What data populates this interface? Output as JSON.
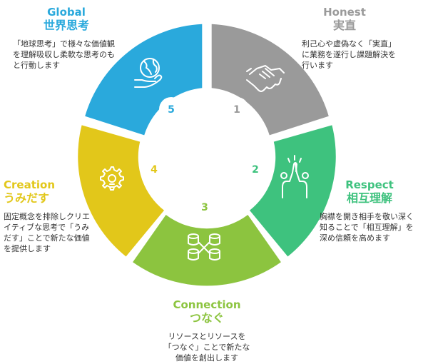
{
  "colors": {
    "global": "#2aa9dc",
    "honest": "#9a9a9a",
    "respect": "#3ec27e",
    "connection": "#8cc43f",
    "creation": "#e2c71a",
    "text": "#333333"
  },
  "items": [
    {
      "number": "1",
      "title_en": "Honest",
      "title_jp": "実直",
      "desc": [
        "利己心や虚偽なく「実直」",
        "に業務を遂行し課題解決を",
        "行います"
      ],
      "icon": "handshake-icon"
    },
    {
      "number": "2",
      "title_en": "Respect",
      "title_jp": "相互理解",
      "desc": [
        "胸襟を開き相手を敬い深く",
        "知ることで「相互理解」を",
        "深め信頼を高めます"
      ],
      "icon": "high-five-icon"
    },
    {
      "number": "3",
      "title_en": "Connection",
      "title_jp": "つなぐ",
      "desc": [
        "リソースとリソースを",
        "「つなぐ」ことで新たな",
        "価値を創出します"
      ],
      "icon": "connected-database-icon"
    },
    {
      "number": "4",
      "title_en": "Creation",
      "title_jp": "うみだす",
      "desc": [
        "固定概念を排除しクリエ",
        "イティブな思考で「うみ",
        "だす」ことで新たな価値",
        "を提供します"
      ],
      "icon": "gear-lightbulb-icon"
    },
    {
      "number": "5",
      "title_en": "Global",
      "title_jp": "世界思考",
      "desc": [
        "「地球思考」で様々な価値観",
        "を理解吸収し柔軟な思考のも",
        "と行動します"
      ],
      "icon": "globe-in-hand-icon"
    }
  ]
}
